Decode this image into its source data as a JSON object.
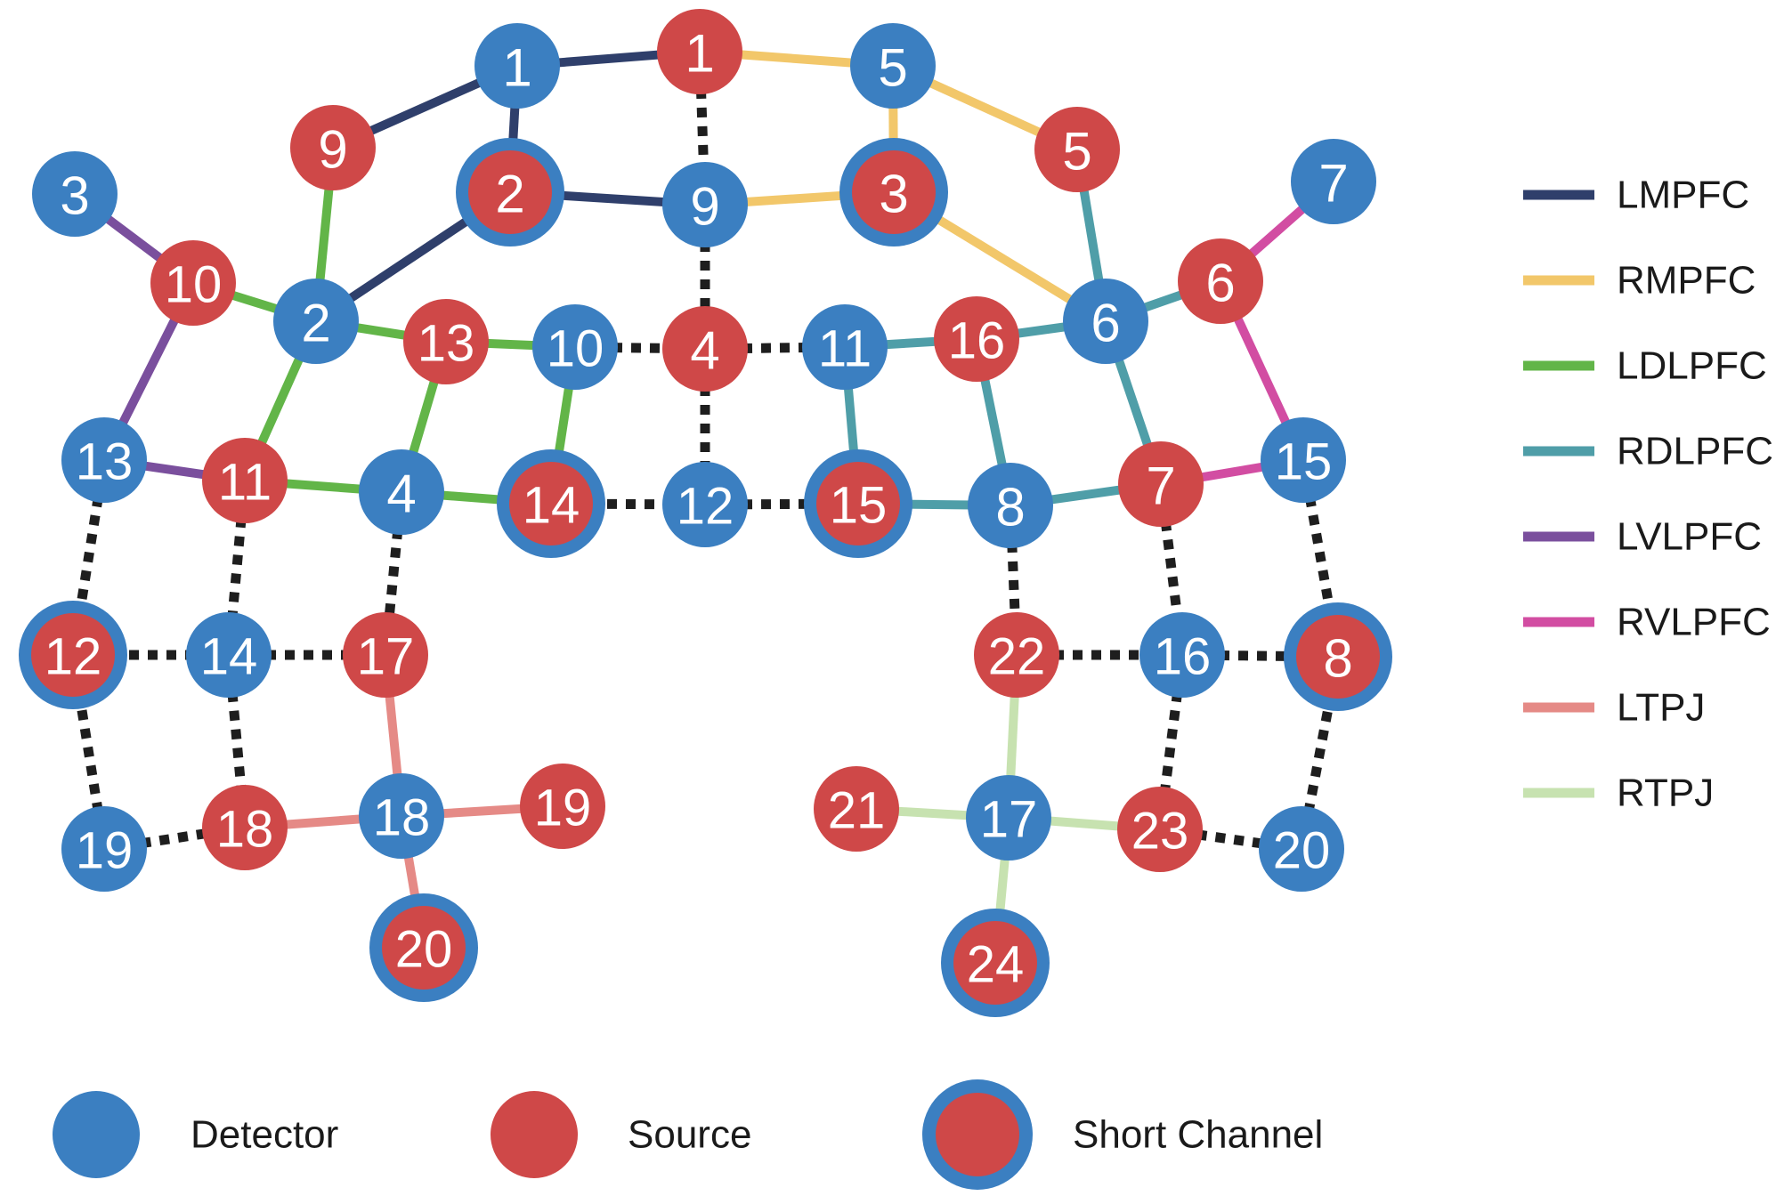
{
  "colors": {
    "detector": "#3b7fc1",
    "source": "#cf4848",
    "dotted": "#1e1e1e",
    "LMPFC": "#2f3f6b",
    "RMPFC": "#f2c76a",
    "LDLPFC": "#62b548",
    "RDLPFC": "#4f9ea8",
    "LVLPFC": "#7a4f9d",
    "RVLPFC": "#d24da2",
    "LTPJ": "#e58a86",
    "RTPJ": "#c7e2b0"
  },
  "legend_regions": [
    {
      "key": "LMPFC",
      "label": "LMPFC"
    },
    {
      "key": "RMPFC",
      "label": "RMPFC"
    },
    {
      "key": "LDLPFC",
      "label": "LDLPFC"
    },
    {
      "key": "RDLPFC",
      "label": "RDLPFC"
    },
    {
      "key": "LVLPFC",
      "label": "LVLPFC"
    },
    {
      "key": "RVLPFC",
      "label": "RVLPFC"
    },
    {
      "key": "LTPJ",
      "label": "LTPJ"
    },
    {
      "key": "RTPJ",
      "label": "RTPJ"
    }
  ],
  "legend_types": [
    {
      "type": "detector",
      "label": "Detector"
    },
    {
      "type": "source",
      "label": "Source"
    },
    {
      "type": "short",
      "label": "Short Channel"
    }
  ],
  "nodes": [
    {
      "id": "D1",
      "type": "detector",
      "label": "1"
    },
    {
      "id": "S1",
      "type": "source",
      "label": "1"
    },
    {
      "id": "D5",
      "type": "detector",
      "label": "5"
    },
    {
      "id": "S9",
      "type": "source",
      "label": "9"
    },
    {
      "id": "S2",
      "type": "short",
      "label": "2"
    },
    {
      "id": "D9",
      "type": "detector",
      "label": "9"
    },
    {
      "id": "S3",
      "type": "short",
      "label": "3"
    },
    {
      "id": "S5",
      "type": "source",
      "label": "5"
    },
    {
      "id": "D3",
      "type": "detector",
      "label": "3"
    },
    {
      "id": "D7",
      "type": "detector",
      "label": "7"
    },
    {
      "id": "S10",
      "type": "source",
      "label": "10"
    },
    {
      "id": "D2",
      "type": "detector",
      "label": "2"
    },
    {
      "id": "S13",
      "type": "source",
      "label": "13"
    },
    {
      "id": "D10",
      "type": "detector",
      "label": "10"
    },
    {
      "id": "S4",
      "type": "source",
      "label": "4"
    },
    {
      "id": "D11",
      "type": "detector",
      "label": "11"
    },
    {
      "id": "S16",
      "type": "source",
      "label": "16"
    },
    {
      "id": "D6",
      "type": "detector",
      "label": "6"
    },
    {
      "id": "S6",
      "type": "source",
      "label": "6"
    },
    {
      "id": "D13",
      "type": "detector",
      "label": "13"
    },
    {
      "id": "S11",
      "type": "source",
      "label": "11"
    },
    {
      "id": "D4",
      "type": "detector",
      "label": "4"
    },
    {
      "id": "S14",
      "type": "short",
      "label": "14"
    },
    {
      "id": "D12",
      "type": "detector",
      "label": "12"
    },
    {
      "id": "S15",
      "type": "short",
      "label": "15"
    },
    {
      "id": "D8",
      "type": "detector",
      "label": "8"
    },
    {
      "id": "S7",
      "type": "source",
      "label": "7"
    },
    {
      "id": "D15",
      "type": "detector",
      "label": "15"
    },
    {
      "id": "S12",
      "type": "short",
      "label": "12"
    },
    {
      "id": "D14",
      "type": "detector",
      "label": "14"
    },
    {
      "id": "S17",
      "type": "source",
      "label": "17"
    },
    {
      "id": "S22",
      "type": "source",
      "label": "22"
    },
    {
      "id": "D16",
      "type": "detector",
      "label": "16"
    },
    {
      "id": "S8",
      "type": "short",
      "label": "8"
    },
    {
      "id": "D19",
      "type": "detector",
      "label": "19"
    },
    {
      "id": "S18",
      "type": "source",
      "label": "18"
    },
    {
      "id": "D18",
      "type": "detector",
      "label": "18"
    },
    {
      "id": "S19",
      "type": "source",
      "label": "19"
    },
    {
      "id": "S21",
      "type": "source",
      "label": "21"
    },
    {
      "id": "D17",
      "type": "detector",
      "label": "17"
    },
    {
      "id": "S23",
      "type": "source",
      "label": "23"
    },
    {
      "id": "D20",
      "type": "detector",
      "label": "20"
    },
    {
      "id": "S20",
      "type": "short",
      "label": "20"
    },
    {
      "id": "S24",
      "type": "short",
      "label": "24"
    }
  ],
  "edges": [
    {
      "from": "D1",
      "to": "S1",
      "style": "LMPFC"
    },
    {
      "from": "D1",
      "to": "S9",
      "style": "LMPFC"
    },
    {
      "from": "D1",
      "to": "S2",
      "style": "LMPFC"
    },
    {
      "from": "S2",
      "to": "D9",
      "style": "LMPFC"
    },
    {
      "from": "S2",
      "to": "D2",
      "style": "LMPFC"
    },
    {
      "from": "S1",
      "to": "D5",
      "style": "RMPFC"
    },
    {
      "from": "D5",
      "to": "S5",
      "style": "RMPFC"
    },
    {
      "from": "D5",
      "to": "S3",
      "style": "RMPFC"
    },
    {
      "from": "D9",
      "to": "S3",
      "style": "RMPFC"
    },
    {
      "from": "S3",
      "to": "D6",
      "style": "RMPFC"
    },
    {
      "from": "S9",
      "to": "D2",
      "style": "LDLPFC"
    },
    {
      "from": "S10",
      "to": "D2",
      "style": "LDLPFC"
    },
    {
      "from": "D2",
      "to": "S13",
      "style": "LDLPFC"
    },
    {
      "from": "S13",
      "to": "D10",
      "style": "LDLPFC"
    },
    {
      "from": "D2",
      "to": "S11",
      "style": "LDLPFC"
    },
    {
      "from": "S13",
      "to": "D4",
      "style": "LDLPFC"
    },
    {
      "from": "D10",
      "to": "S14",
      "style": "LDLPFC"
    },
    {
      "from": "S11",
      "to": "D4",
      "style": "LDLPFC"
    },
    {
      "from": "D4",
      "to": "S14",
      "style": "LDLPFC"
    },
    {
      "from": "D11",
      "to": "S16",
      "style": "RDLPFC"
    },
    {
      "from": "S16",
      "to": "D6",
      "style": "RDLPFC"
    },
    {
      "from": "D6",
      "to": "S5",
      "style": "RDLPFC"
    },
    {
      "from": "D6",
      "to": "S6",
      "style": "RDLPFC"
    },
    {
      "from": "D11",
      "to": "S15",
      "style": "RDLPFC"
    },
    {
      "from": "S16",
      "to": "D8",
      "style": "RDLPFC"
    },
    {
      "from": "D6",
      "to": "S7",
      "style": "RDLPFC"
    },
    {
      "from": "S15",
      "to": "D8",
      "style": "RDLPFC"
    },
    {
      "from": "D8",
      "to": "S7",
      "style": "RDLPFC"
    },
    {
      "from": "D3",
      "to": "S10",
      "style": "LVLPFC"
    },
    {
      "from": "S10",
      "to": "D13",
      "style": "LVLPFC"
    },
    {
      "from": "D13",
      "to": "S11",
      "style": "LVLPFC"
    },
    {
      "from": "D7",
      "to": "S6",
      "style": "RVLPFC"
    },
    {
      "from": "S6",
      "to": "D15",
      "style": "RVLPFC"
    },
    {
      "from": "S7",
      "to": "D15",
      "style": "RVLPFC"
    },
    {
      "from": "S17",
      "to": "D18",
      "style": "LTPJ"
    },
    {
      "from": "S18",
      "to": "D18",
      "style": "LTPJ"
    },
    {
      "from": "D18",
      "to": "S19",
      "style": "LTPJ"
    },
    {
      "from": "D18",
      "to": "S20",
      "style": "LTPJ"
    },
    {
      "from": "S22",
      "to": "D17",
      "style": "RTPJ"
    },
    {
      "from": "S21",
      "to": "D17",
      "style": "RTPJ"
    },
    {
      "from": "D17",
      "to": "S23",
      "style": "RTPJ"
    },
    {
      "from": "D17",
      "to": "S24",
      "style": "RTPJ"
    },
    {
      "from": "S1",
      "to": "D9",
      "style": "dotted"
    },
    {
      "from": "D9",
      "to": "S4",
      "style": "dotted"
    },
    {
      "from": "D10",
      "to": "S4",
      "style": "dotted"
    },
    {
      "from": "S4",
      "to": "D11",
      "style": "dotted"
    },
    {
      "from": "S4",
      "to": "D12",
      "style": "dotted"
    },
    {
      "from": "S14",
      "to": "D12",
      "style": "dotted"
    },
    {
      "from": "D12",
      "to": "S15",
      "style": "dotted"
    },
    {
      "from": "D13",
      "to": "S12",
      "style": "dotted"
    },
    {
      "from": "S11",
      "to": "D14",
      "style": "dotted"
    },
    {
      "from": "D4",
      "to": "S17",
      "style": "dotted"
    },
    {
      "from": "S12",
      "to": "D14",
      "style": "dotted"
    },
    {
      "from": "D14",
      "to": "S17",
      "style": "dotted"
    },
    {
      "from": "S12",
      "to": "D19",
      "style": "dotted"
    },
    {
      "from": "D14",
      "to": "S18",
      "style": "dotted"
    },
    {
      "from": "D19",
      "to": "S18",
      "style": "dotted"
    },
    {
      "from": "D8",
      "to": "S22",
      "style": "dotted"
    },
    {
      "from": "S7",
      "to": "D16",
      "style": "dotted"
    },
    {
      "from": "D15",
      "to": "S8",
      "style": "dotted"
    },
    {
      "from": "S22",
      "to": "D16",
      "style": "dotted"
    },
    {
      "from": "D16",
      "to": "S8",
      "style": "dotted"
    },
    {
      "from": "D16",
      "to": "S23",
      "style": "dotted"
    },
    {
      "from": "S8",
      "to": "D20",
      "style": "dotted"
    },
    {
      "from": "S23",
      "to": "D20",
      "style": "dotted"
    }
  ]
}
